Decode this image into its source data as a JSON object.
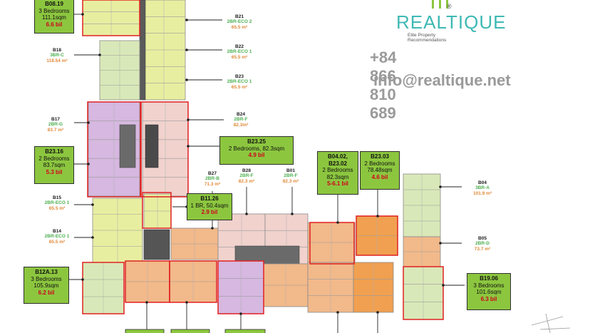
{
  "brand": {
    "logo_text": "REALTIQUE",
    "logo_mark": "®",
    "tagline": "Elite Property Recommendations",
    "phone": "+84 866 810 689",
    "email": "info@realtique.net",
    "accent": "#3fb9b4"
  },
  "colors": {
    "callout_bg": "#8cc63f",
    "price": "#d0021b",
    "type_label": "#4caf50",
    "area_label": "#e08a3a",
    "highlight": "#e02020",
    "zone_yellow": "#e8eea0",
    "zone_green": "#d9e8b8",
    "zone_purple": "#d6b8e0",
    "zone_pink": "#f1d2cd",
    "zone_orange": "#f2b98a"
  },
  "units": [
    {
      "id": "b21",
      "code": "B21",
      "type": "2BR-ECO 2",
      "area": "65.5 m²"
    },
    {
      "id": "b22",
      "code": "B22",
      "type": "2BR-ECO 1",
      "area": "65.5 m²"
    },
    {
      "id": "b23",
      "code": "B23",
      "type": "2BR-ECO 1",
      "area": "65.5 m²"
    },
    {
      "id": "b18",
      "code": "B18",
      "type": "3BR-C",
      "area": "118.54 m²"
    },
    {
      "id": "b17",
      "code": "B17",
      "type": "2BR-G",
      "area": "83.7 m²"
    },
    {
      "id": "b24",
      "code": "B24",
      "type": "2BR-F",
      "area": "82.3m²"
    },
    {
      "id": "b27",
      "code": "B27",
      "type": "2BR-B",
      "area": "71.3 m²"
    },
    {
      "id": "b28",
      "code": "B28",
      "type": "2BR-F",
      "area": "82.3 m²"
    },
    {
      "id": "b01",
      "code": "B01",
      "type": "2BR-F",
      "area": "82.3 m²"
    },
    {
      "id": "b15",
      "code": "B15",
      "type": "2BR-ECO 1",
      "area": "65.5 m²"
    },
    {
      "id": "b14",
      "code": "B14",
      "type": "2BR-ECO 1",
      "area": "65.5 m²"
    },
    {
      "id": "b04",
      "code": "B04",
      "type": "3BR-A",
      "area": "101.9 m²"
    },
    {
      "id": "b05",
      "code": "B05",
      "type": "2BR-D",
      "area": "73.7 m²"
    }
  ],
  "callouts": [
    {
      "id": "b0819",
      "code": "B08.19",
      "details": [
        "3 Bedrooms",
        "111.1sqm"
      ],
      "price": "6.6 bil"
    },
    {
      "id": "b2316",
      "code": "B23.16",
      "details": [
        "2 Bedrooms",
        "83.7sqm"
      ],
      "price": "5.3 bil"
    },
    {
      "id": "b2325",
      "code": "B23.25",
      "details": [
        "2 Bedrooms, 82.3sqm"
      ],
      "price": "4.9 bil"
    },
    {
      "id": "b1126",
      "code": "B11.26",
      "details": [
        "1 BR, 50.4sqm"
      ],
      "price": "2.9 bil"
    },
    {
      "id": "b0402",
      "code": "B04.02, B23.02",
      "details": [
        "2 Bedrooms",
        "82.3sqm"
      ],
      "price": "5-6.1 bil"
    },
    {
      "id": "b2303",
      "code": "B23.03",
      "details": [
        "2 Bedrooms",
        "78.48sqm"
      ],
      "price": "4.6 bil"
    },
    {
      "id": "b12a13",
      "code": "B12A.13",
      "details": [
        "3 Bedrooms",
        "105.9sqm"
      ],
      "price": "6.2 bil"
    },
    {
      "id": "b1906",
      "code": "B19.06",
      "details": [
        "3 Bedrooms",
        "101.6sqm"
      ],
      "price": "6.3 bil"
    }
  ]
}
